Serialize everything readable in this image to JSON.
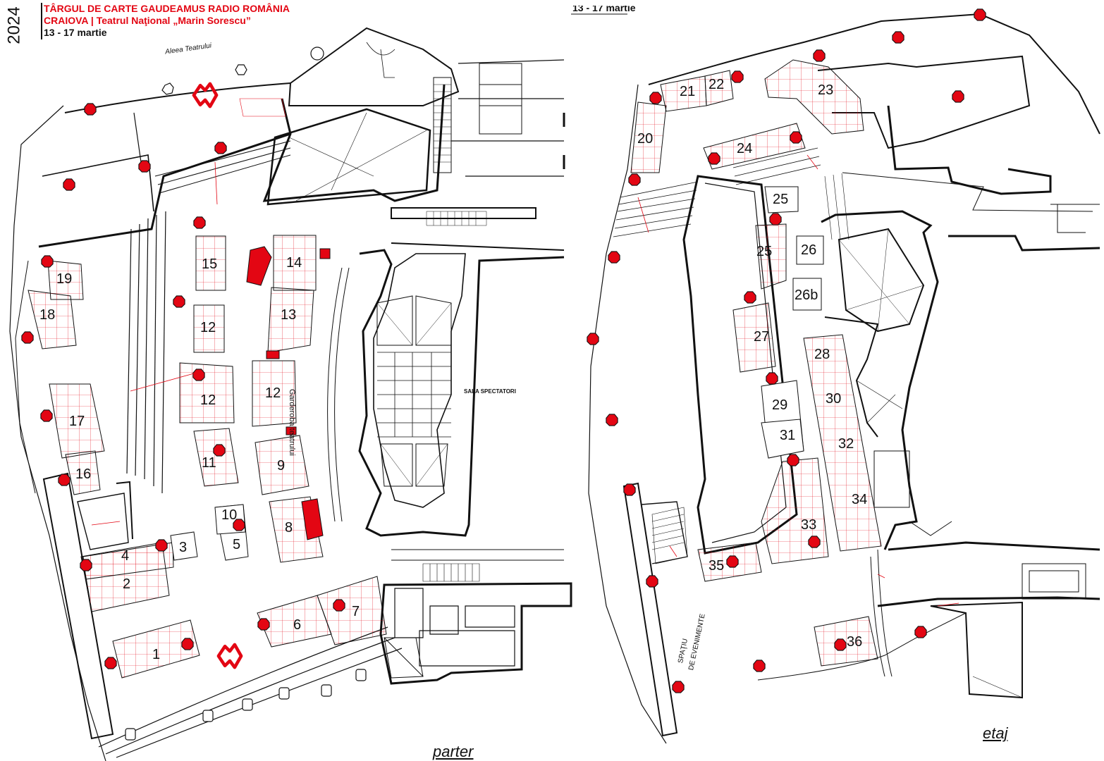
{
  "header": {
    "year": "2024",
    "title_line1": "TÂRGUL DE CARTE GAUDEAMUS RADIO ROMÂNIA",
    "title_line2": "CRAIOVA | Teatrul Naţional „Marin Sorescu”",
    "dates": "13 - 17 martie",
    "clipped_top_text": "13 - 17 martie"
  },
  "labels": {
    "street": "Aleea Teatrului",
    "cloakroom": "Garderoba teatrului",
    "auditorium": "SALA SPECTATORI",
    "events_line1": "SPAŢIU",
    "events_line2": "DE EVENIMENTE",
    "ground_floor": "parter",
    "upper_floor": "etaj"
  },
  "stands": {
    "s1": "1",
    "s2": "2",
    "s3": "3",
    "s4": "4",
    "s5": "5",
    "s6": "6",
    "s7": "7",
    "s8": "8",
    "s9": "9",
    "s10": "10",
    "s11": "11",
    "s12a": "12",
    "s12b": "12",
    "s12c": "12",
    "s13": "13",
    "s14": "14",
    "s15": "15",
    "s16": "16",
    "s17": "17",
    "s18": "18",
    "s19": "19",
    "s20": "20",
    "s21": "21",
    "s22": "22",
    "s23": "23",
    "s24": "24",
    "s25a": "25",
    "s25b": "25",
    "s26": "26",
    "s26b": "26b",
    "s27": "27",
    "s28": "28",
    "s29": "29",
    "s30": "30",
    "s31": "31",
    "s32": "32",
    "s33": "33",
    "s34": "34",
    "s35": "35",
    "s36": "36"
  },
  "colors": {
    "accent": "#e30613",
    "plan_line": "#111111",
    "grid_line": "#e30613"
  }
}
